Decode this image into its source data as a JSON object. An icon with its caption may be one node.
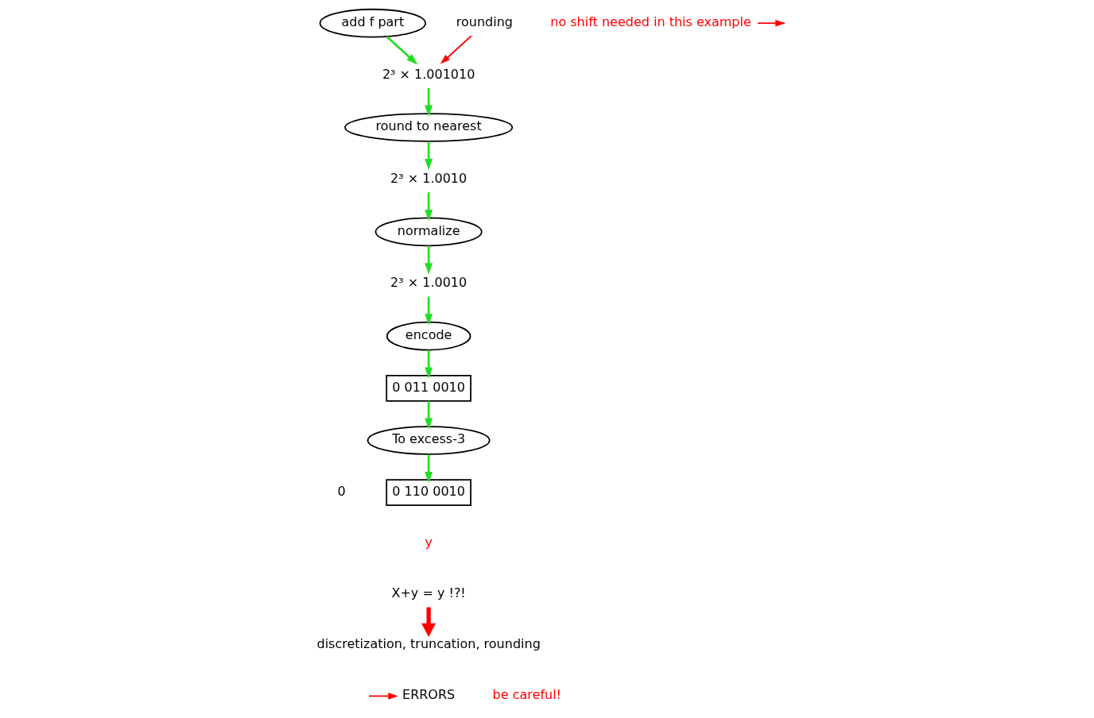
{
  "diagram": {
    "nodes": [
      {
        "text": [
          "add f part"
        ]
      },
      {
        "text": [
          "2³ × 1.001010"
        ]
      },
      {
        "text": [
          "round to nearest"
        ]
      },
      {
        "text": [
          "rounding"
        ]
      },
      {
        "text": [
          "2³ × 1.0010"
        ]
      },
      {
        "text": [
          "normalize"
        ]
      },
      {
        "text": [
          "2³ × 1.0010"
        ]
      },
      {
        "text": [
          "encode"
        ]
      },
      {
        "text": [
          "0 011 0010"
        ]
      },
      {
        "text": [
          "To excess-3"
        ]
      },
      {
        "text": [
          "0 110 0010"
        ],
        "beside": [
          "0"
        ]
      },
      {
        "text": [
          "no shift needed in this example"
        ]
      },
      {
        "text": [
          "X+y = y !?!"
        ]
      },
      {
        "text": [
          "discretization, truncation, rounding"
        ]
      },
      {
        "text": [
          "ERRORS"
        ]
      }
    ],
    "edges": [
      {
        "from": 0,
        "to": 1,
        "arrow": "to"
      },
      {
        "from": 1,
        "to": 2,
        "arrow": "to"
      },
      {
        "from": 3,
        "to": 1,
        "arrow": "to",
        "color": "#ff0000"
      },
      {
        "from": 2,
        "to": 4,
        "arrow": "to"
      },
      {
        "from": 4,
        "to": 5,
        "arrow": "to"
      },
      {
        "from": 5,
        "to": 6,
        "arrow": "to"
      },
      {
        "from": 11,
        "to": null,
        "arrow": "to",
        "color": "#ff0000"
      },
      {
        "from": 6,
        "to": 7,
        "arrow": "to"
      },
      {
        "from": 7,
        "to": 8,
        "arrow": "to"
      },
      {
        "from": 8,
        "to": 9,
        "arrow": "to"
      },
      {
        "from": 9,
        "to": 10,
        "arrow": "to"
      },
      {
        "from": 12,
        "to": 13,
        "arrow": "to",
        "style": "thick",
        "color": "#ff0000"
      },
      {
        "from": null,
        "to": 14,
        "arrow": "to",
        "color": "#ff0000"
      }
    ],
    "labels": [
      "y",
      "be careful!"
    ]
  }
}
